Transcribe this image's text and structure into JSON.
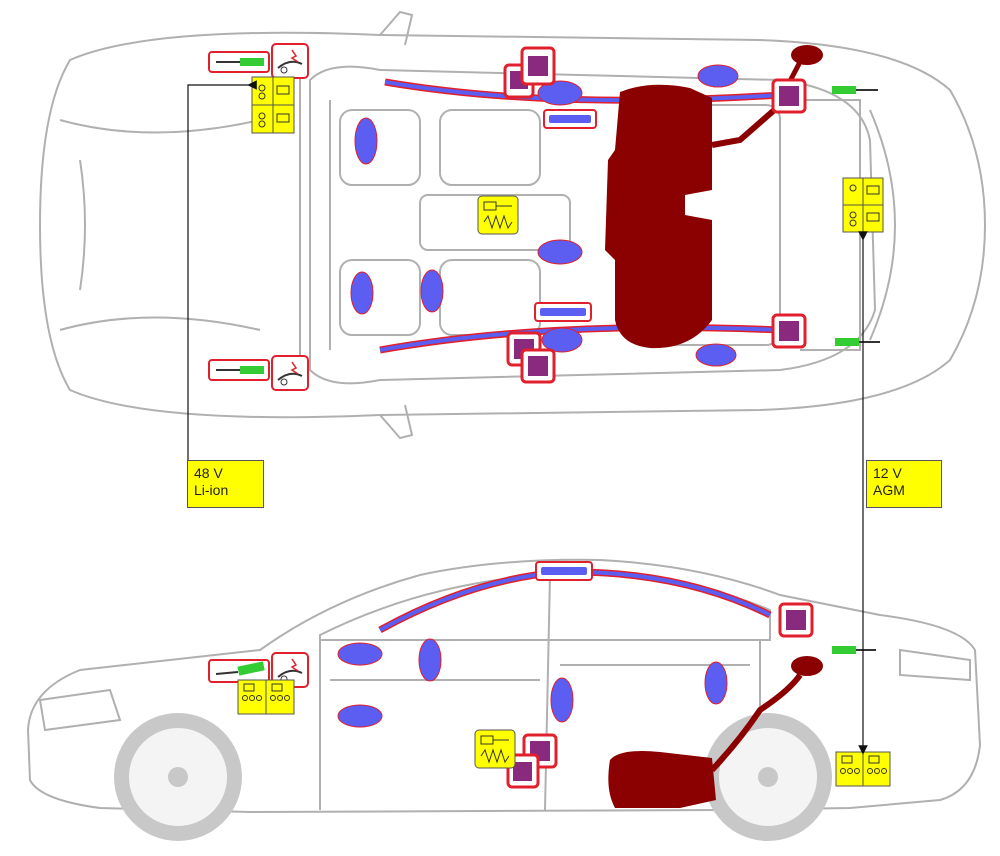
{
  "batteries": {
    "low_voltage_48v": {
      "voltage": "48 V",
      "chemistry": "Li-ion"
    },
    "low_voltage_12v": {
      "voltage": "12 V",
      "chemistry": "AGM"
    }
  },
  "colors": {
    "airbag": "#5b5ef0",
    "airbag_outline": "#3a3db0",
    "control_unit": "#8a2a7e",
    "control_unit_frame": "#e0202c",
    "fuel_tank": "#8b0000",
    "gas_strut": "#33cc33",
    "battery_marker": "#ffff00",
    "car_outline": "#b0b0b0",
    "curtain_airbag_line": "#5b5ef0"
  },
  "icons": {
    "battery": "battery-icon",
    "bonnet_actuator": "active-bonnet-icon",
    "gas_generator": "gas-generator-icon",
    "strut": "gas-strut-icon",
    "seat_belt_control": "control-unit-icon"
  }
}
